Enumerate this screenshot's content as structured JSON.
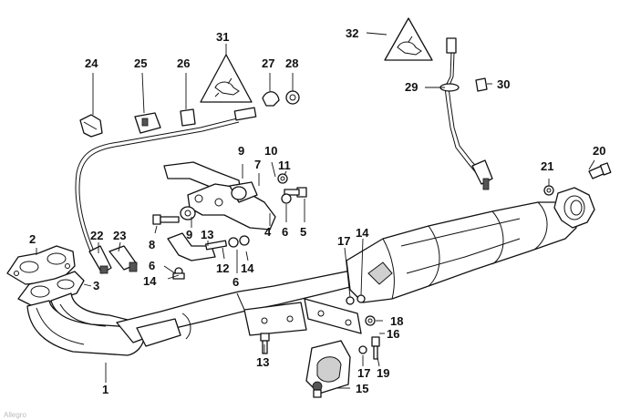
{
  "diagram": {
    "callouts": {
      "c1": "1",
      "c2": "2",
      "c3": "3",
      "c4": "4",
      "c5": "5",
      "c6a": "6",
      "c6b": "6",
      "c6c": "6",
      "c7": "7",
      "c8": "8",
      "c9a": "9",
      "c9b": "9",
      "c10": "10",
      "c11": "11",
      "c12": "12",
      "c13a": "13",
      "c13b": "13",
      "c14a": "14",
      "c14b": "14",
      "c14c": "14",
      "c15": "15",
      "c16": "16",
      "c17a": "17",
      "c17b": "17",
      "c18": "18",
      "c19": "19",
      "c20": "20",
      "c21": "21",
      "c22": "22",
      "c23": "23",
      "c24": "24",
      "c25": "25",
      "c26": "26",
      "c27": "27",
      "c28": "28",
      "c29": "29",
      "c30": "30",
      "c31": "31",
      "c32": "32"
    }
  },
  "watermark": "Allegro"
}
